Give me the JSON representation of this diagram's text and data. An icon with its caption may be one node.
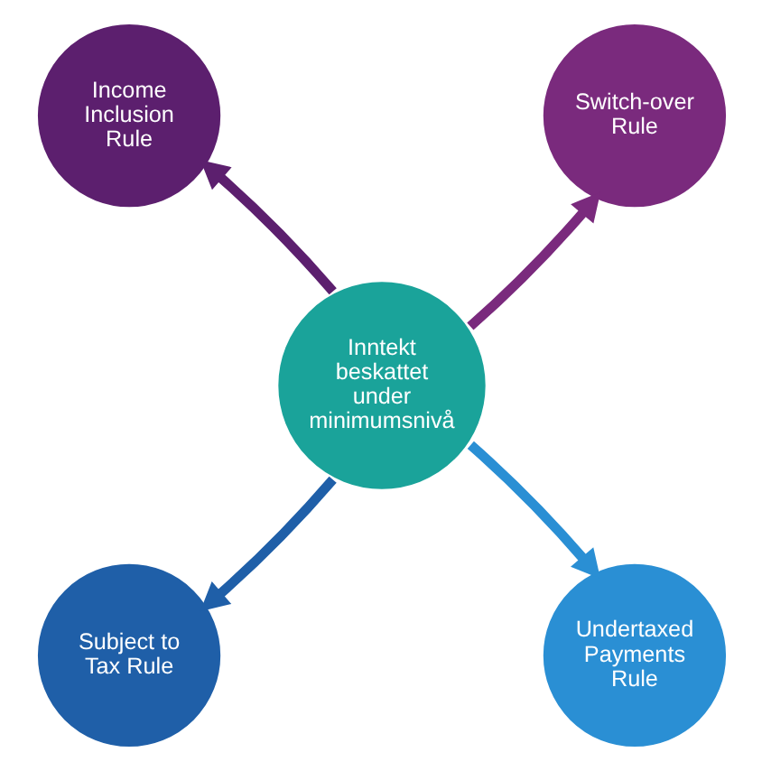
{
  "diagram": {
    "nodes": [
      {
        "text": [
          "Inntekt beskattet under minimumsnivå"
        ]
      },
      {
        "text": [
          "Income Inclusion Rule"
        ]
      },
      {
        "text": [
          "Switch-over Rule"
        ]
      },
      {
        "text": [
          "Subject to Tax Rule"
        ]
      },
      {
        "text": [
          "Undertaxed Payments Rule"
        ]
      }
    ],
    "edges": [
      {
        "from": 0,
        "to": 1,
        "arrow": "to",
        "color": "#5c1f6e"
      },
      {
        "from": 0,
        "to": 2,
        "arrow": "to",
        "color": "#7a2a7d"
      },
      {
        "from": 0,
        "to": 3,
        "arrow": "to",
        "color": "#1f5fa8"
      },
      {
        "from": 0,
        "to": 4,
        "arrow": "to",
        "color": "#2a8fd4"
      }
    ]
  }
}
